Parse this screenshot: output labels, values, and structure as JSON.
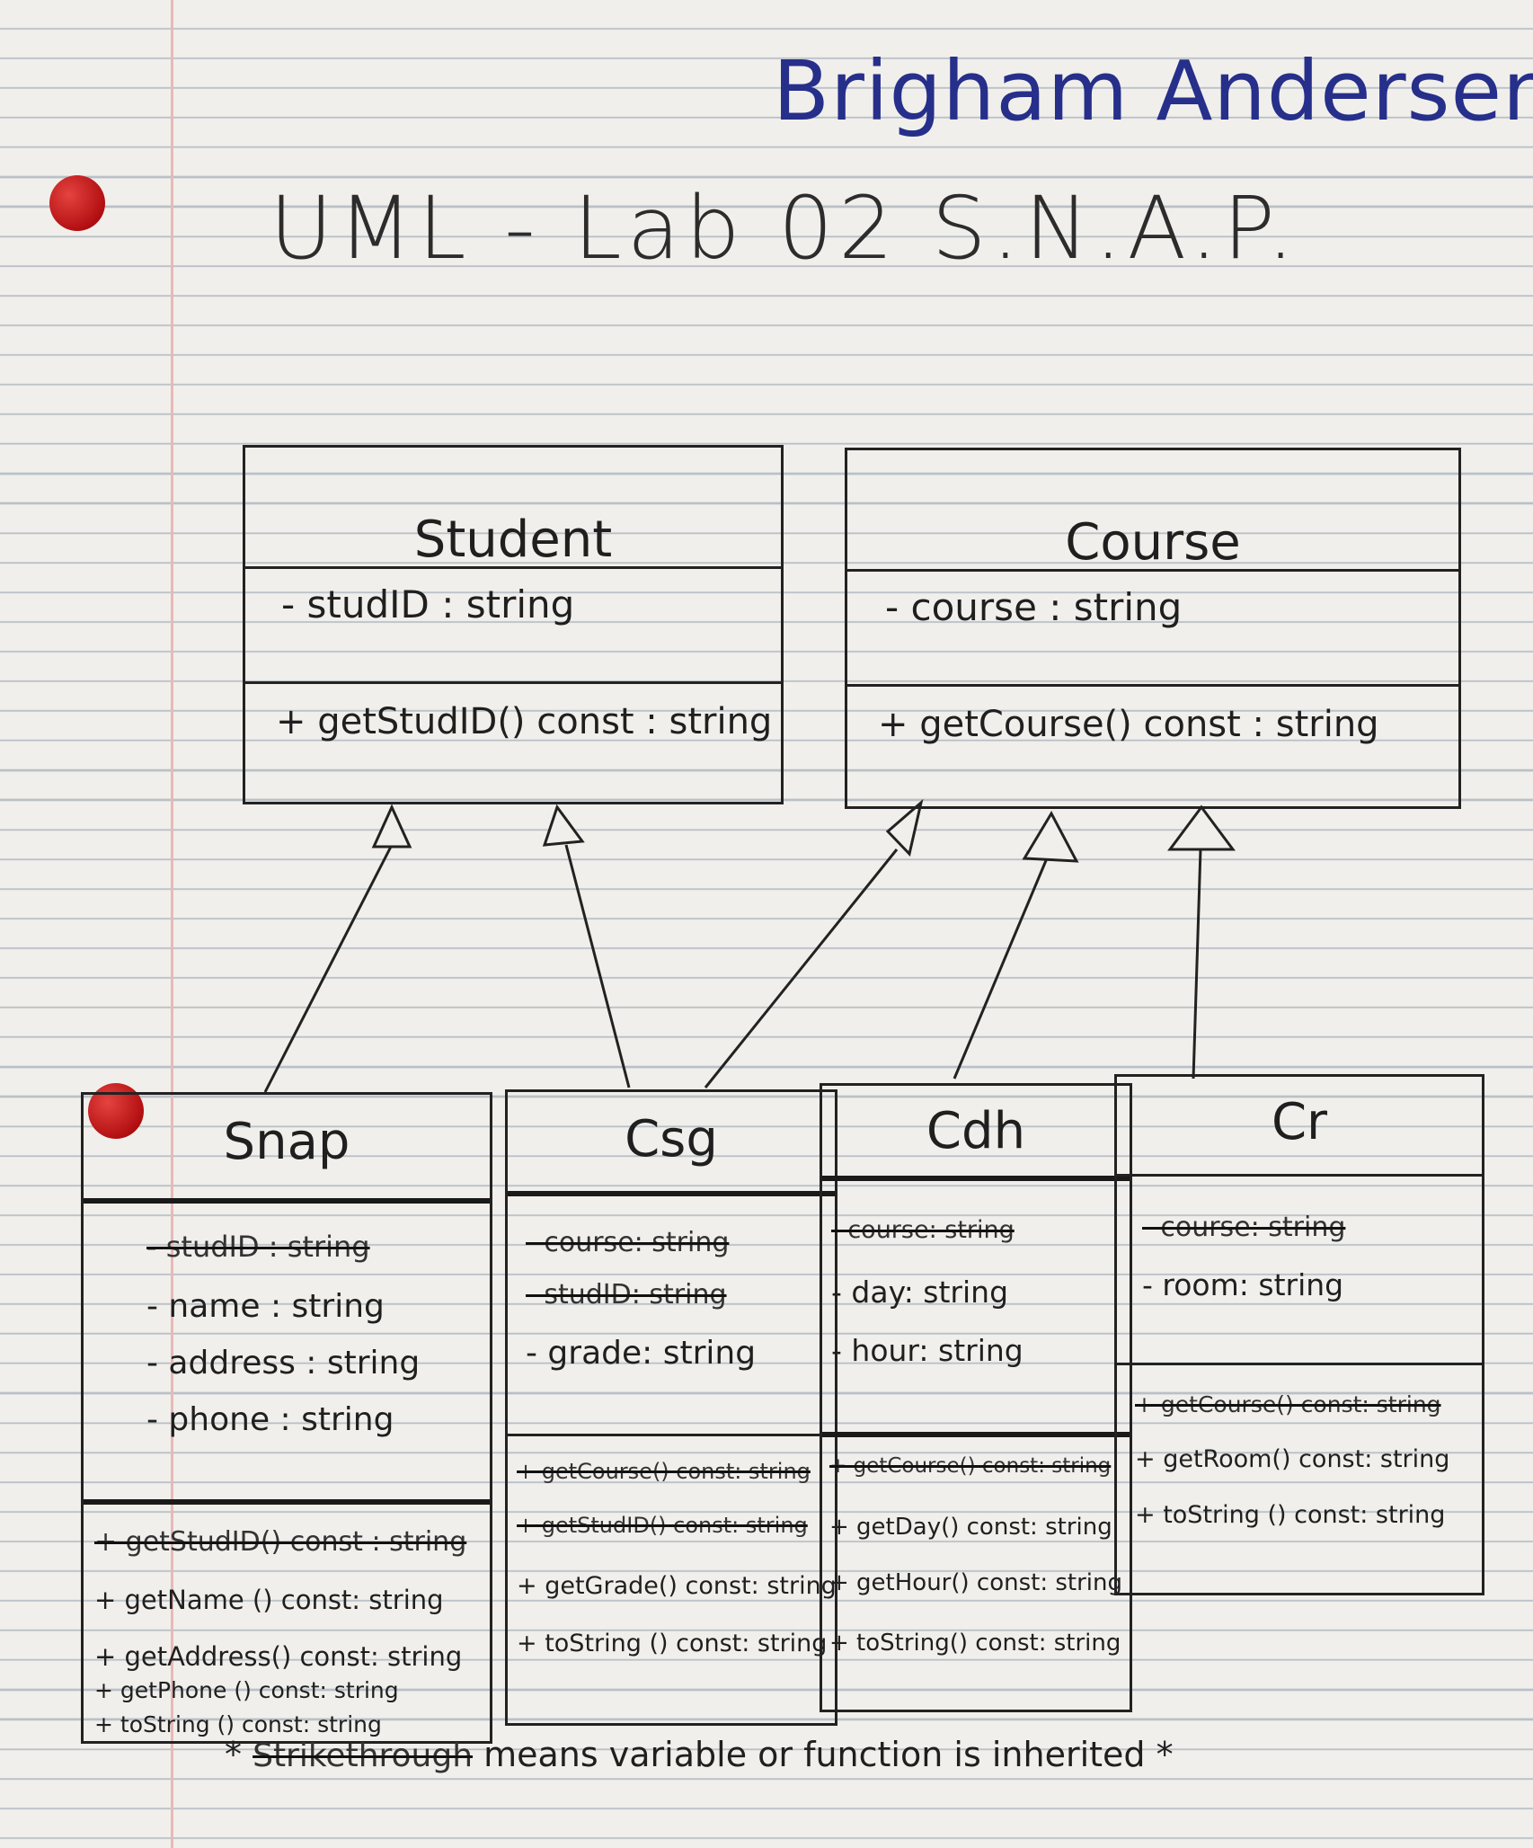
{
  "author": "Brigham Andersen",
  "title": "UML - Lab 02  S.N.A.P.",
  "classes": {
    "student": {
      "name": "Student",
      "attributes": [
        "- studID : string"
      ],
      "methods": [
        "+ getStudID() const : string"
      ]
    },
    "course": {
      "name": "Course",
      "attributes": [
        "- course : string"
      ],
      "methods": [
        "+ getCourse() const : string"
      ]
    },
    "snap": {
      "name": "Snap",
      "inherited_attributes": [
        "- studID : string"
      ],
      "attributes": [
        "- name : string",
        "- address : string",
        "- phone : string"
      ],
      "inherited_methods": [
        "+ getStudID() const : string"
      ],
      "methods": [
        "+ getName () const: string",
        "+ getAddress() const: string",
        "+ getPhone () const: string",
        "+ toString () const: string"
      ]
    },
    "csg": {
      "name": "Csg",
      "inherited_attributes": [
        "- course: string",
        "- studID: string"
      ],
      "attributes": [
        "- grade: string"
      ],
      "inherited_methods": [
        "+ getCourse() const: string",
        "+ getStudID() const: string"
      ],
      "methods": [
        "+ getGrade() const: string",
        "+ toString () const: string"
      ]
    },
    "cdh": {
      "name": "Cdh",
      "inherited_attributes": [
        "- course: string"
      ],
      "attributes": [
        "- day: string",
        "- hour: string"
      ],
      "inherited_methods": [
        "+ getCourse() const: string"
      ],
      "methods": [
        "+ getDay() const: string",
        "+ getHour() const: string",
        "+ toString() const: string"
      ]
    },
    "cr": {
      "name": "Cr",
      "inherited_attributes": [
        "- course: string"
      ],
      "attributes": [
        "- room: string"
      ],
      "inherited_methods": [
        "+ getCourse() const: string"
      ],
      "methods": [
        "+ getRoom() const: string",
        "+ toString () const: string"
      ]
    }
  },
  "footnote": {
    "star": "*",
    "strike_word": "Strikethrough",
    "text": "means variable or function is inherited"
  },
  "colors": {
    "ink": "#1f1f1f",
    "author_ink": "#262f8a",
    "paper": "#f1efeb",
    "ruled_line": "#b9c0c7",
    "margin_line": "#e7b9b7",
    "punch_hole": "#c4181b"
  }
}
